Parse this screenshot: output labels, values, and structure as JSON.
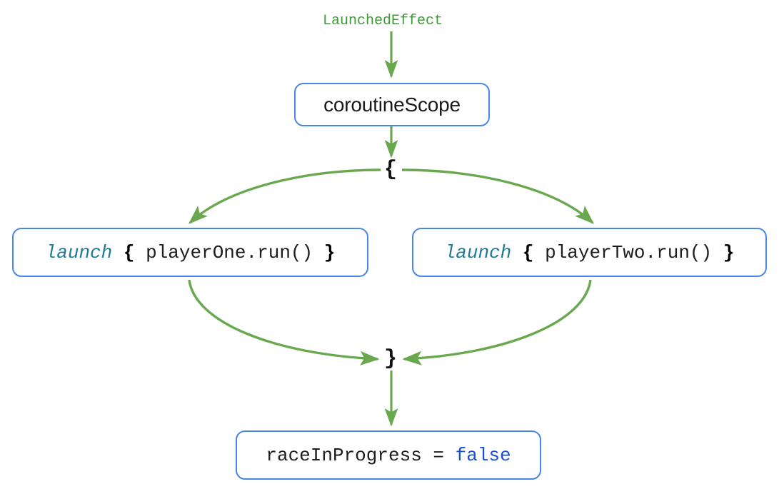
{
  "diagram": {
    "title": "LaunchedEffect coroutineScope race flow",
    "type": "flowchart",
    "colors": {
      "edge_green": "#6aa84f",
      "box_border_blue": "#4a86e8",
      "keyword_teal": "#1f7a96",
      "literal_blue": "#1a4fd0",
      "source_label_green": "#3d9b35",
      "text_black": "#1d1d1d",
      "background": "#ffffff"
    },
    "source_label": {
      "text": "LaunchedEffect"
    },
    "nodes": {
      "coroutine_scope": {
        "label": "coroutineScope"
      },
      "launch_one": {
        "keyword": "launch",
        "open_brace": "{",
        "body": "playerOne.run()",
        "close_brace": "}",
        "full_text": "launch { playerOne.run() }"
      },
      "launch_two": {
        "keyword": "launch",
        "open_brace": "{",
        "body": "playerTwo.run()",
        "close_brace": "}",
        "full_text": "launch { playerTwo.run() }"
      },
      "race_in_progress": {
        "variable": "raceInProgress",
        "operator": "=",
        "value": "false",
        "full_text": "raceInProgress = false"
      }
    },
    "junctions": {
      "scope_open": "{",
      "scope_close": "}"
    },
    "edges": [
      {
        "from": "LaunchedEffect",
        "to": "coroutineScope",
        "style": "straight-arrow"
      },
      {
        "from": "coroutineScope",
        "to": "{",
        "style": "straight-arrow"
      },
      {
        "from": "{",
        "to": "launch { playerOne.run() }",
        "style": "curved-arrow"
      },
      {
        "from": "{",
        "to": "launch { playerTwo.run() }",
        "style": "curved-arrow"
      },
      {
        "from": "launch { playerOne.run() }",
        "to": "}",
        "style": "curved-arrow"
      },
      {
        "from": "launch { playerTwo.run() }",
        "to": "}",
        "style": "curved-arrow"
      },
      {
        "from": "}",
        "to": "raceInProgress = false",
        "style": "straight-arrow"
      }
    ]
  }
}
